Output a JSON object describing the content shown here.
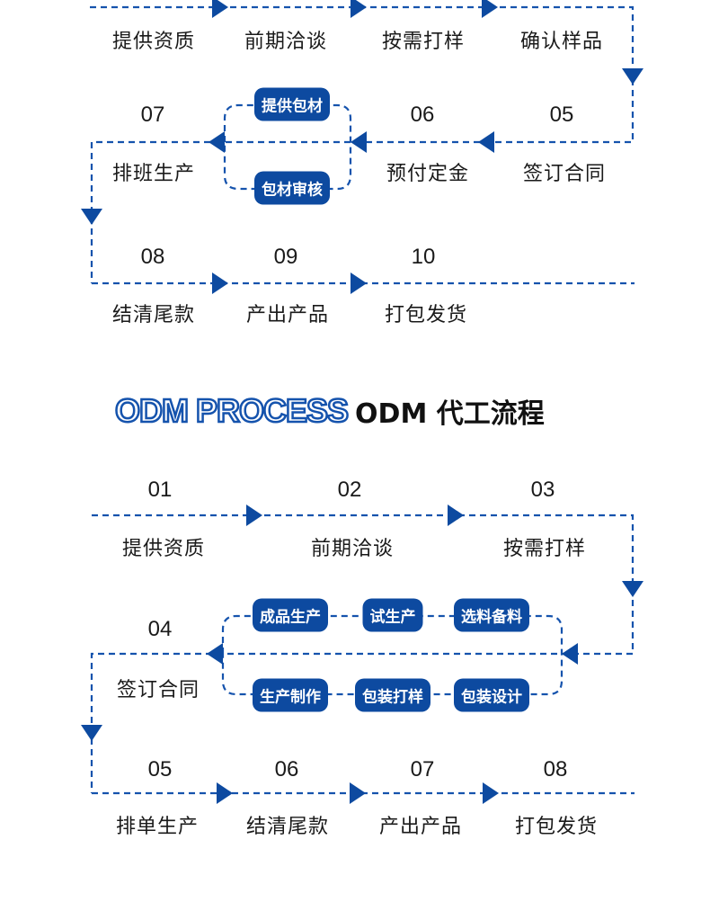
{
  "colors": {
    "line": "#1553ad",
    "pill_bg": "#0d4aa0",
    "text": "#1a1a1a"
  },
  "oem": {
    "row1_labels": [
      "提供资质",
      "前期洽谈",
      "按需打样",
      "确认样品"
    ],
    "steps": [
      {
        "num": "05",
        "label": "签订合同"
      },
      {
        "num": "06",
        "label": "预付定金"
      },
      {
        "num": "07",
        "label": "排班生产"
      },
      {
        "num": "08",
        "label": "结清尾款"
      },
      {
        "num": "09",
        "label": "产出产品"
      },
      {
        "num": "10",
        "label": "打包发货"
      }
    ],
    "branch_pills": [
      "提供包材",
      "包材审核"
    ]
  },
  "odm": {
    "title_en": "ODM PROCESS",
    "title_cn": "ODM 代工流程",
    "steps": [
      {
        "num": "01",
        "label": "提供资质"
      },
      {
        "num": "02",
        "label": "前期洽谈"
      },
      {
        "num": "03",
        "label": "按需打样"
      },
      {
        "num": "04",
        "label": "签订合同"
      },
      {
        "num": "05",
        "label": "排单生产"
      },
      {
        "num": "06",
        "label": "结清尾款"
      },
      {
        "num": "07",
        "label": "产出产品"
      },
      {
        "num": "08",
        "label": "打包发货"
      }
    ],
    "top_pills": [
      "成品生产",
      "试生产",
      "选料备料"
    ],
    "bottom_pills": [
      "生产制作",
      "包装打样",
      "包装设计"
    ]
  }
}
